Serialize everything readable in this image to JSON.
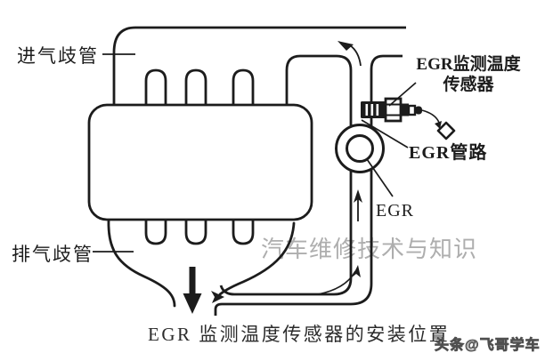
{
  "diagram": {
    "caption": "EGR 监测温度传感器的安装位置",
    "labels": {
      "intake_manifold": "进气歧管",
      "exhaust_manifold": "排气歧管",
      "sensor_line1": "EGR监测温度",
      "sensor_line2": "传感器",
      "egr_pipe": "EGR管路",
      "egr_valve": "EGR"
    },
    "watermarks": {
      "center": "汽车维修技术与知识",
      "corner": "头条@飞哥学车"
    },
    "colors": {
      "line": "#1c1c1c",
      "caption": "#2b2b2b",
      "watermark": "#a8a8a8",
      "background": "#ffffff"
    }
  }
}
